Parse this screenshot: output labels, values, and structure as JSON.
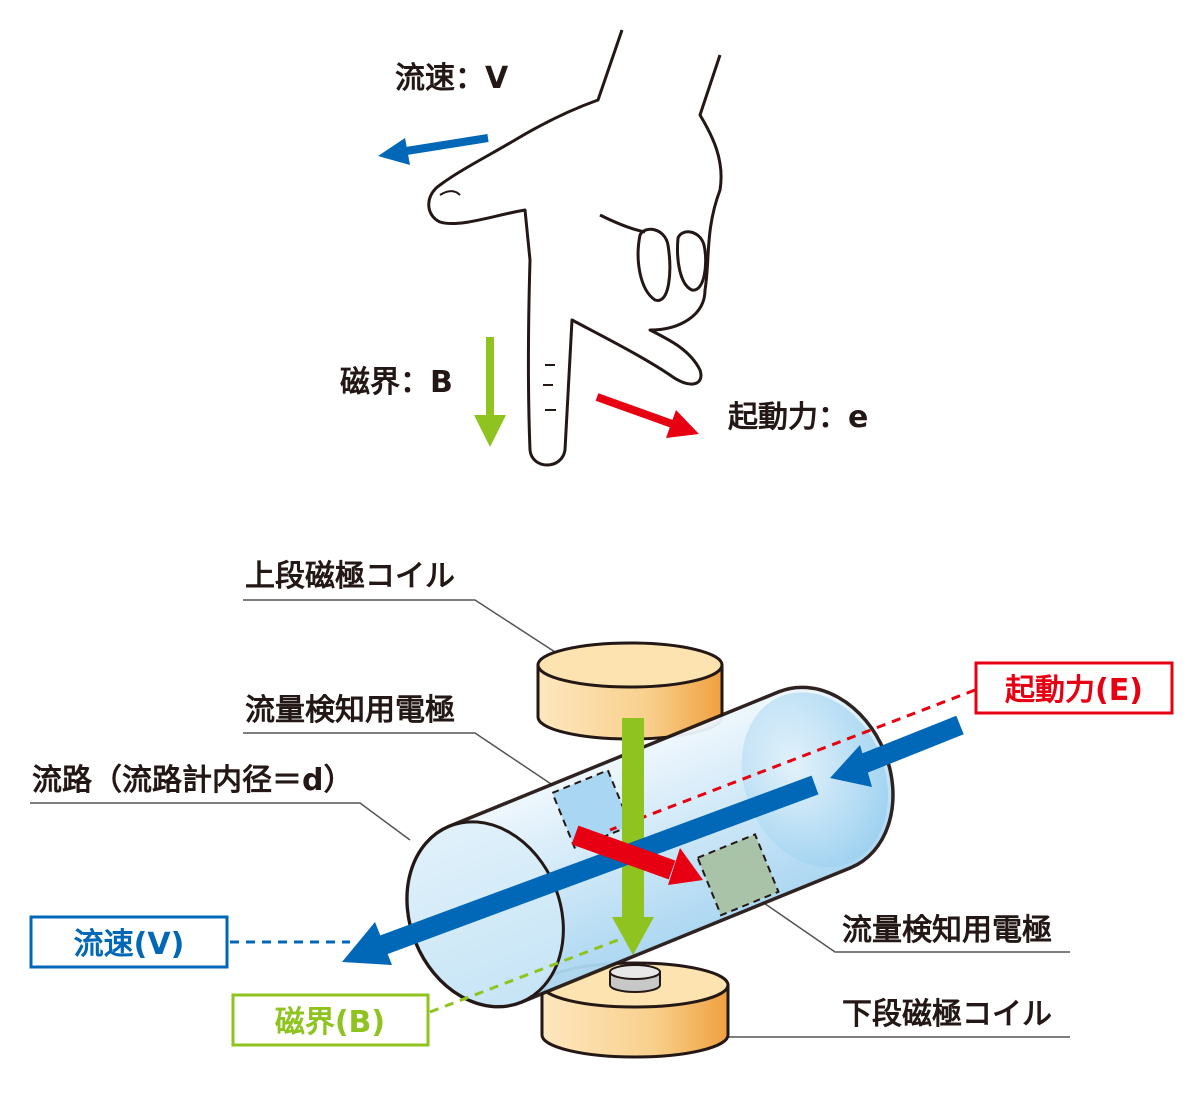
{
  "hand_diagram": {
    "velocity_label": "流速：V",
    "field_label": "磁界：B",
    "emf_label": "起動力：e"
  },
  "meter_diagram": {
    "upper_coil_label": "上段磁極コイル",
    "electrode_label_top": "流量検知用電極",
    "flow_path_label": "流路（流路計内径＝d）",
    "electrode_label_bottom": "流量検知用電極",
    "lower_coil_label": "下段磁極コイル",
    "emf_box": "起動力(E)",
    "velocity_box": "流速(V)",
    "field_box": "磁界(B)"
  },
  "colors": {
    "velocity": "#0068b7",
    "field": "#8fc31f",
    "emf": "#e60012",
    "coil": "#f8d08c",
    "pipe": "#cfe8f7"
  }
}
